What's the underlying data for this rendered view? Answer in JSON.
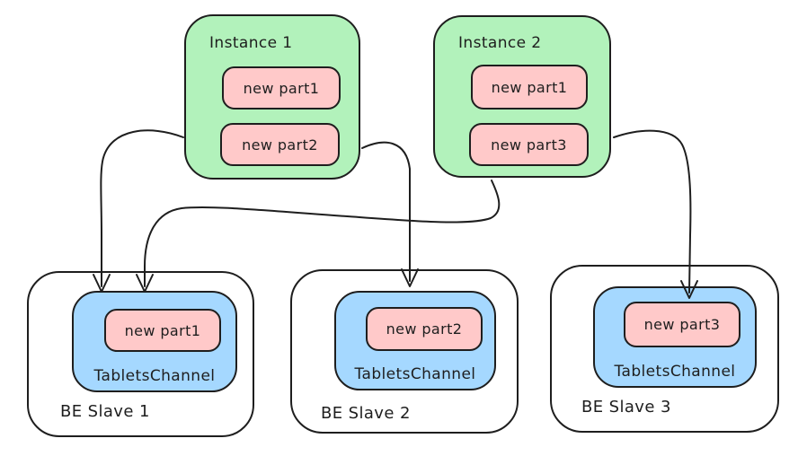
{
  "diagram": {
    "background": "#ffffff",
    "colors": {
      "instance_fill": "#b2f2bb",
      "part_fill": "#ffc9c9",
      "channel_fill": "#a5d8ff",
      "stroke": "#1e1e1e"
    },
    "instances": [
      {
        "label": "Instance 1",
        "parts": [
          "new part1",
          "new part2"
        ]
      },
      {
        "label": "Instance 2",
        "parts": [
          "new part1",
          "new part3"
        ]
      }
    ],
    "slaves": [
      {
        "label": "BE Slave 1",
        "channel_label": "TabletsChannel",
        "part": "new part1"
      },
      {
        "label": "BE Slave 2",
        "channel_label": "TabletsChannel",
        "part": "new part2"
      },
      {
        "label": "BE Slave 3",
        "channel_label": "TabletsChannel",
        "part": "new part3"
      }
    ],
    "edges": [
      {
        "from": "Instance 1",
        "to": "BE Slave 1 TabletsChannel"
      },
      {
        "from": "Instance 2",
        "to": "BE Slave 1 TabletsChannel"
      },
      {
        "from": "Instance 1",
        "to": "BE Slave 2 TabletsChannel"
      },
      {
        "from": "Instance 2",
        "to": "BE Slave 3 TabletsChannel"
      }
    ]
  }
}
